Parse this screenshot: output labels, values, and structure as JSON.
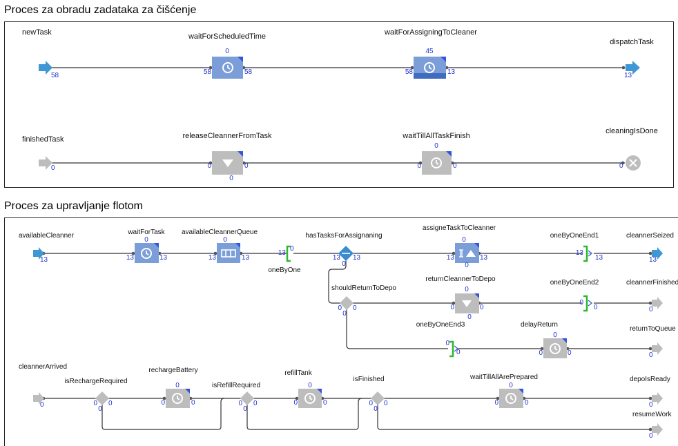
{
  "sections": [
    {
      "title": "Proces za obradu zadataka za čišćenje"
    },
    {
      "title": "Proces za upravljanje flotom"
    }
  ],
  "process1": {
    "labels": {
      "newTask": "newTask",
      "waitForScheduledTime": "waitForScheduledTime",
      "waitForAssigningToCleaner": "waitForAssigningToCleaner",
      "dispatchTask": "dispatchTask",
      "finishedTask": "finishedTask",
      "releaseCleannerFromTask": "releaseCleannerFromTask",
      "waitTillAllTaskFinish": "waitTillAllTaskFinish",
      "cleaningIsDone": "cleaningIsDone"
    },
    "counts": {
      "newTask_out": "58",
      "wfst_top": "0",
      "wfst_in": "58",
      "wfst_out": "58",
      "wfa_top": "45",
      "wfa_in": "58",
      "wfa_out": "13",
      "dispatch_in": "13",
      "finished_out": "0",
      "release_in": "0",
      "release_out": "0",
      "release_bottom": "0",
      "wtatf_top": "0",
      "wtatf_in": "0",
      "wtatf_out": "0",
      "done_in": "0"
    }
  },
  "process2": {
    "labels": {
      "availableCleanner": "availableCleanner",
      "waitForTask": "waitForTask",
      "availableCleannerQueue": "availableCleannerQueue",
      "oneByOne": "oneByOne",
      "hasTasksForAssignaning": "hasTasksForAssignaning",
      "assigneTaskToCleanner": "assigneTaskToCleanner",
      "oneByOneEnd1": "oneByOneEnd1",
      "cleannerSeized": "cleannerSeized",
      "shouldReturnToDepo": "shouldReturnToDepo",
      "returnCleannerToDepo": "returnCleannerToDepo",
      "oneByOneEnd2": "oneByOneEnd2",
      "cleannerFinished": "cleannerFinished",
      "oneByOneEnd3": "oneByOneEnd3",
      "delayReturn": "delayReturn",
      "returnToQueue": "returnToQueue",
      "cleannerArrived": "cleannerArrived",
      "isRechargeRequired": "isRechargeRequired",
      "rechargeBattery": "rechargeBattery",
      "isRefillRequired": "isRefillRequired",
      "refillTank": "refillTank",
      "isFinished": "isFinished",
      "waitTillAllArePrepared": "waitTillAllArePrepared",
      "depoIsReady": "depoIsReady",
      "resumeWork": "resumeWork"
    },
    "counts": {
      "avail_out": "13",
      "wft_top": "0",
      "wft_in": "13",
      "wft_out": "13",
      "acq_top": "0",
      "acq_in": "13",
      "acq_out": "13",
      "obo_in": "13",
      "obo_out": "0",
      "htfa_in": "13",
      "htfa_out": "13",
      "htfa_bottom": "0",
      "atc_top": "0",
      "atc_in": "13",
      "atc_out": "13",
      "atc_bottom": "0",
      "obe1_in": "13",
      "obe1_out": "13",
      "seized_in": "13",
      "srtd_in": "0",
      "srtd_out": "0",
      "srtd_bottom": "0",
      "rctd_top": "0",
      "rctd_in": "0",
      "rctd_out": "0",
      "rctd_bottom": "0",
      "obe2_in": "0",
      "obe2_out": "0",
      "finishedc_in": "0",
      "obe3_in": "0",
      "obe3_out": "0",
      "dr_top": "0",
      "dr_in": "0",
      "dr_out": "0",
      "rtq_in": "0",
      "arrived_out": "0",
      "irr_in": "0",
      "irr_out": "0",
      "irr_bottom": "0",
      "rb_top": "0",
      "rb_in": "0",
      "rb_out": "0",
      "irf_in": "0",
      "irf_out": "0",
      "irf_bottom": "0",
      "rt_top": "0",
      "rt_in": "0",
      "rt_out": "0",
      "isf_in": "0",
      "isf_out": "0",
      "isf_bottom": "0",
      "wtap_top": "0",
      "wtap_in": "0",
      "wtap_out": "0",
      "depo_in": "0",
      "resume_in": "0"
    }
  },
  "colors": {
    "active_block": "#7b9ed8",
    "active_block_dark": "#3f6cc0",
    "inactive_block": "#bdbdbd",
    "source_blue": "#3f97d3",
    "count_text": "#2233cc",
    "corner_flag": "#3355dd",
    "decision_blue": "#3a8bd0",
    "bracket_green": "#2eb82e"
  },
  "icons": {
    "delay": "clock-icon",
    "queue": "queue-icon",
    "release": "down-triangle-icon",
    "sink_done": "x-circle-icon",
    "seize": "seize-icon",
    "decision": "diamond-icon",
    "source": "arrow-right-icon",
    "sink": "arrow-right-icon",
    "batch": "bracket-icon"
  }
}
